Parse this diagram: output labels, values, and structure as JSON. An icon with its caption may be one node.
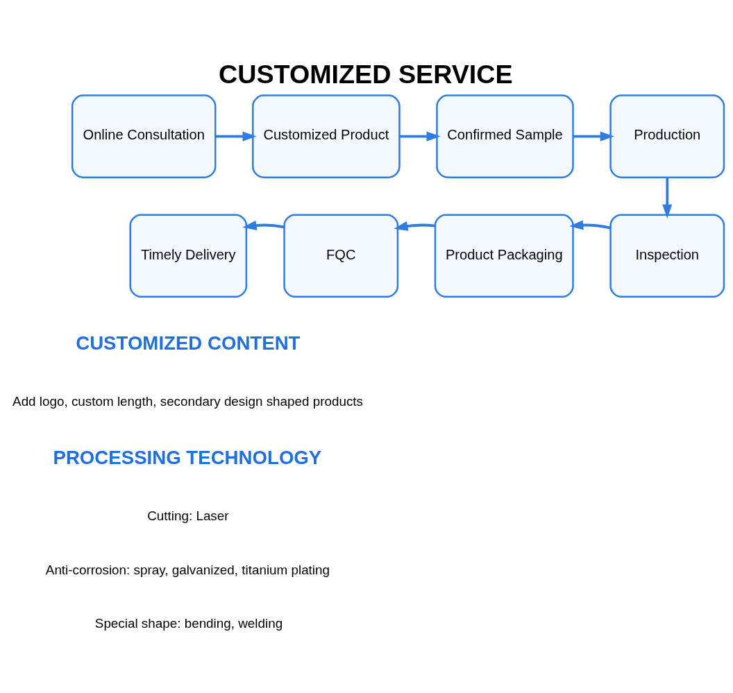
{
  "diagram": {
    "title": "CUSTOMIZED SERVICE",
    "nodes": [
      {
        "text": [
          "Online Consultation"
        ]
      },
      {
        "text": [
          "Customized Product"
        ]
      },
      {
        "text": [
          "Confirmed Sample"
        ]
      },
      {
        "text": [
          "Production"
        ]
      },
      {
        "text": [
          "Timely Delivery"
        ]
      },
      {
        "text": [
          "FQC"
        ]
      },
      {
        "text": [
          "Product Packaging"
        ]
      },
      {
        "text": [
          "Inspection"
        ]
      }
    ],
    "edges": [
      {
        "from": 0,
        "to": 1,
        "arrow": "to"
      },
      {
        "from": 1,
        "to": 2,
        "arrow": "to"
      },
      {
        "from": 2,
        "to": 3,
        "arrow": "to"
      },
      {
        "from": 3,
        "to": 7,
        "arrow": "to"
      },
      {
        "from": 7,
        "to": 6,
        "arrow": "to"
      },
      {
        "from": 6,
        "to": 5,
        "arrow": "to"
      },
      {
        "from": 5,
        "to": 4,
        "arrow": "to"
      }
    ],
    "labels": [
      "CUSTOMIZED CONTENT",
      "Add logo, custom length, secondary design shaped products",
      "PROCESSING TECHNOLOGY",
      "Cutting: Laser",
      "Anti-corrosion: spray, galvanized, titanium plating",
      "Special shape: bending, welding"
    ]
  }
}
